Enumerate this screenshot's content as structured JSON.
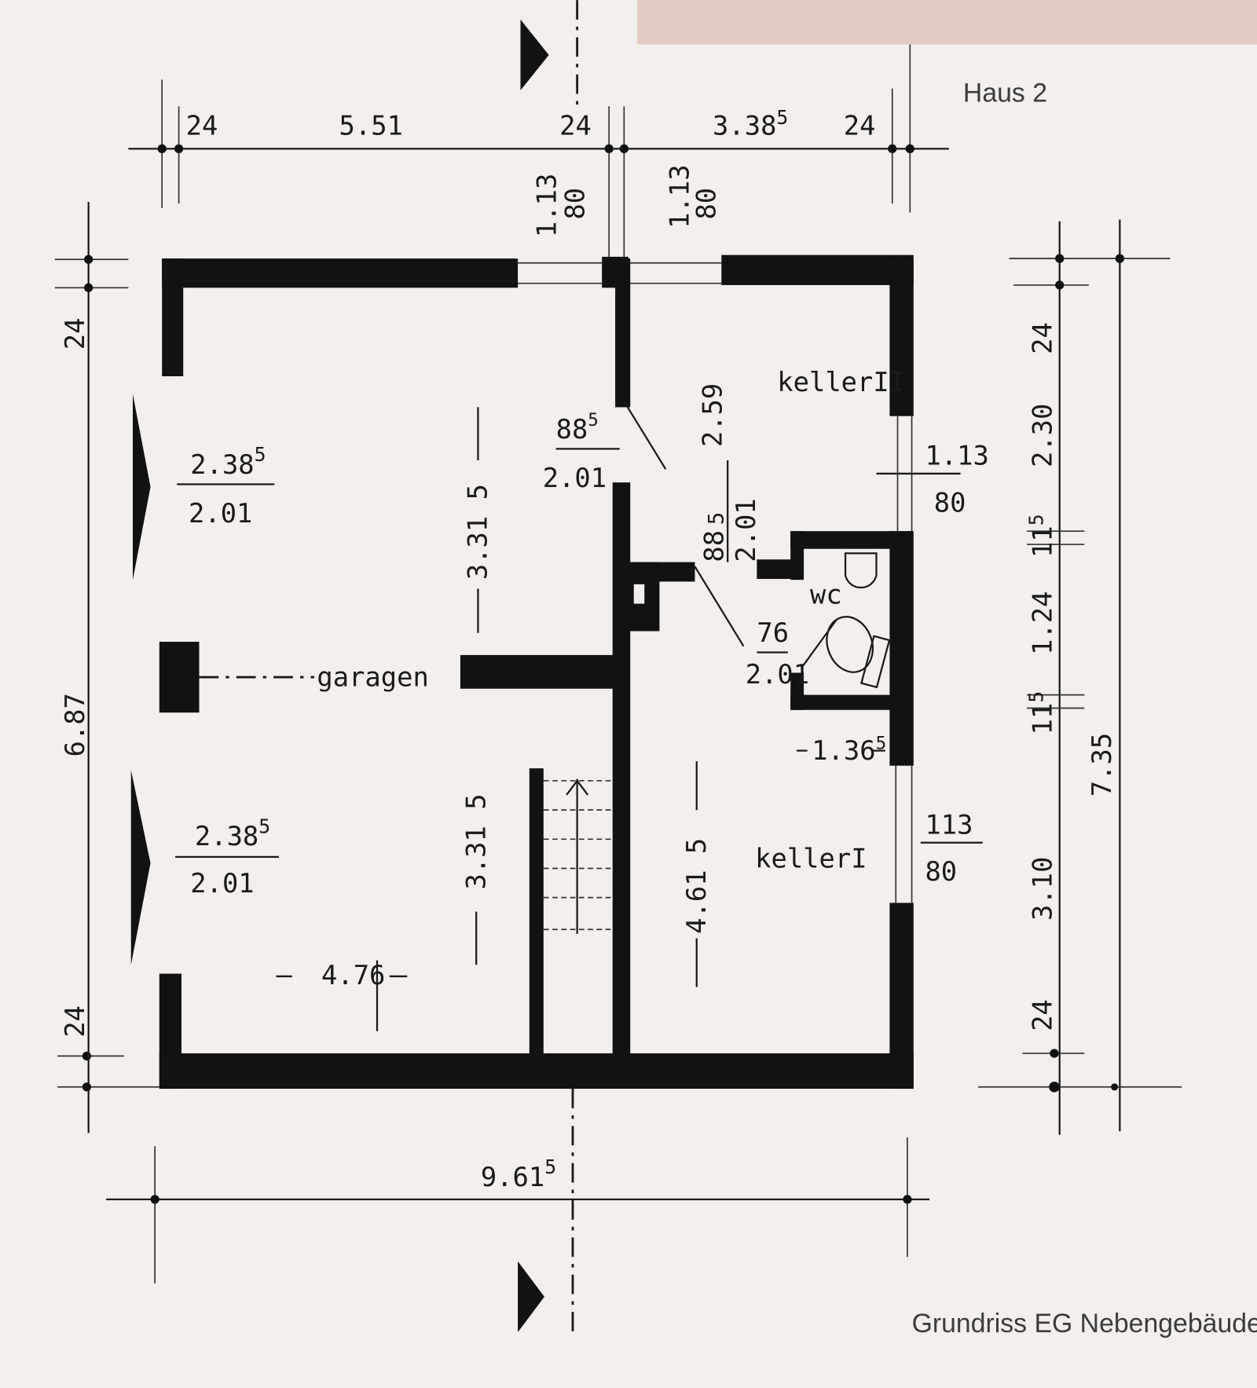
{
  "title": "Haus 2",
  "caption": "Grundriss EG Nebengebäude",
  "colors": {
    "paper": "#f2efec",
    "ink": "#121212",
    "banner": "#dfc5bc",
    "label": "#3c3c3c"
  },
  "rooms": {
    "garage": "garagen",
    "keller2": "kellerII",
    "keller1": "kellerI",
    "wc": "wc"
  },
  "dims_top": {
    "d1": "24",
    "d2": "5.51",
    "d3": "24",
    "d4": "3.38",
    "d4_sup": "5",
    "d5": "24"
  },
  "windows_top": [
    {
      "w": "1.13",
      "h": "80"
    },
    {
      "w": "1.13",
      "h": "80"
    }
  ],
  "dims_left": {
    "top": "24",
    "total": "6.87",
    "bottom": "24"
  },
  "dims_right": {
    "d1": "24",
    "d2": "2.30",
    "d3": "11",
    "d3_sup": "5",
    "d4": "1.24",
    "d5": "11",
    "d5_sup": "5",
    "d6": "3.10",
    "d7": "24",
    "total": "7.35"
  },
  "dims_bottom": {
    "total": "9.61",
    "total_sup": "5"
  },
  "garage_doors": [
    {
      "w": "2.38",
      "w_sup": "5",
      "h": "2.01"
    },
    {
      "w": "2.38",
      "w_sup": "5",
      "h": "2.01"
    }
  ],
  "doors": {
    "d1": {
      "w": "88",
      "w_sup": "5",
      "h": "2.01"
    },
    "d2": {
      "w": "88",
      "w_sup": "5",
      "h": "2.01",
      "len": "2.59"
    },
    "d3": {
      "w": "76",
      "h": "2.01"
    }
  },
  "windows_right": [
    {
      "w": "1.13",
      "h": "80"
    },
    {
      "w": "113",
      "h": "80"
    }
  ],
  "interior": {
    "garage_depth_top": "3.31 5",
    "garage_depth_bottom": "3.31 5",
    "keller_depth": "4.61 5",
    "wc_width": "1.36",
    "wc_width_sup": "5",
    "garage_width": "4.76"
  }
}
